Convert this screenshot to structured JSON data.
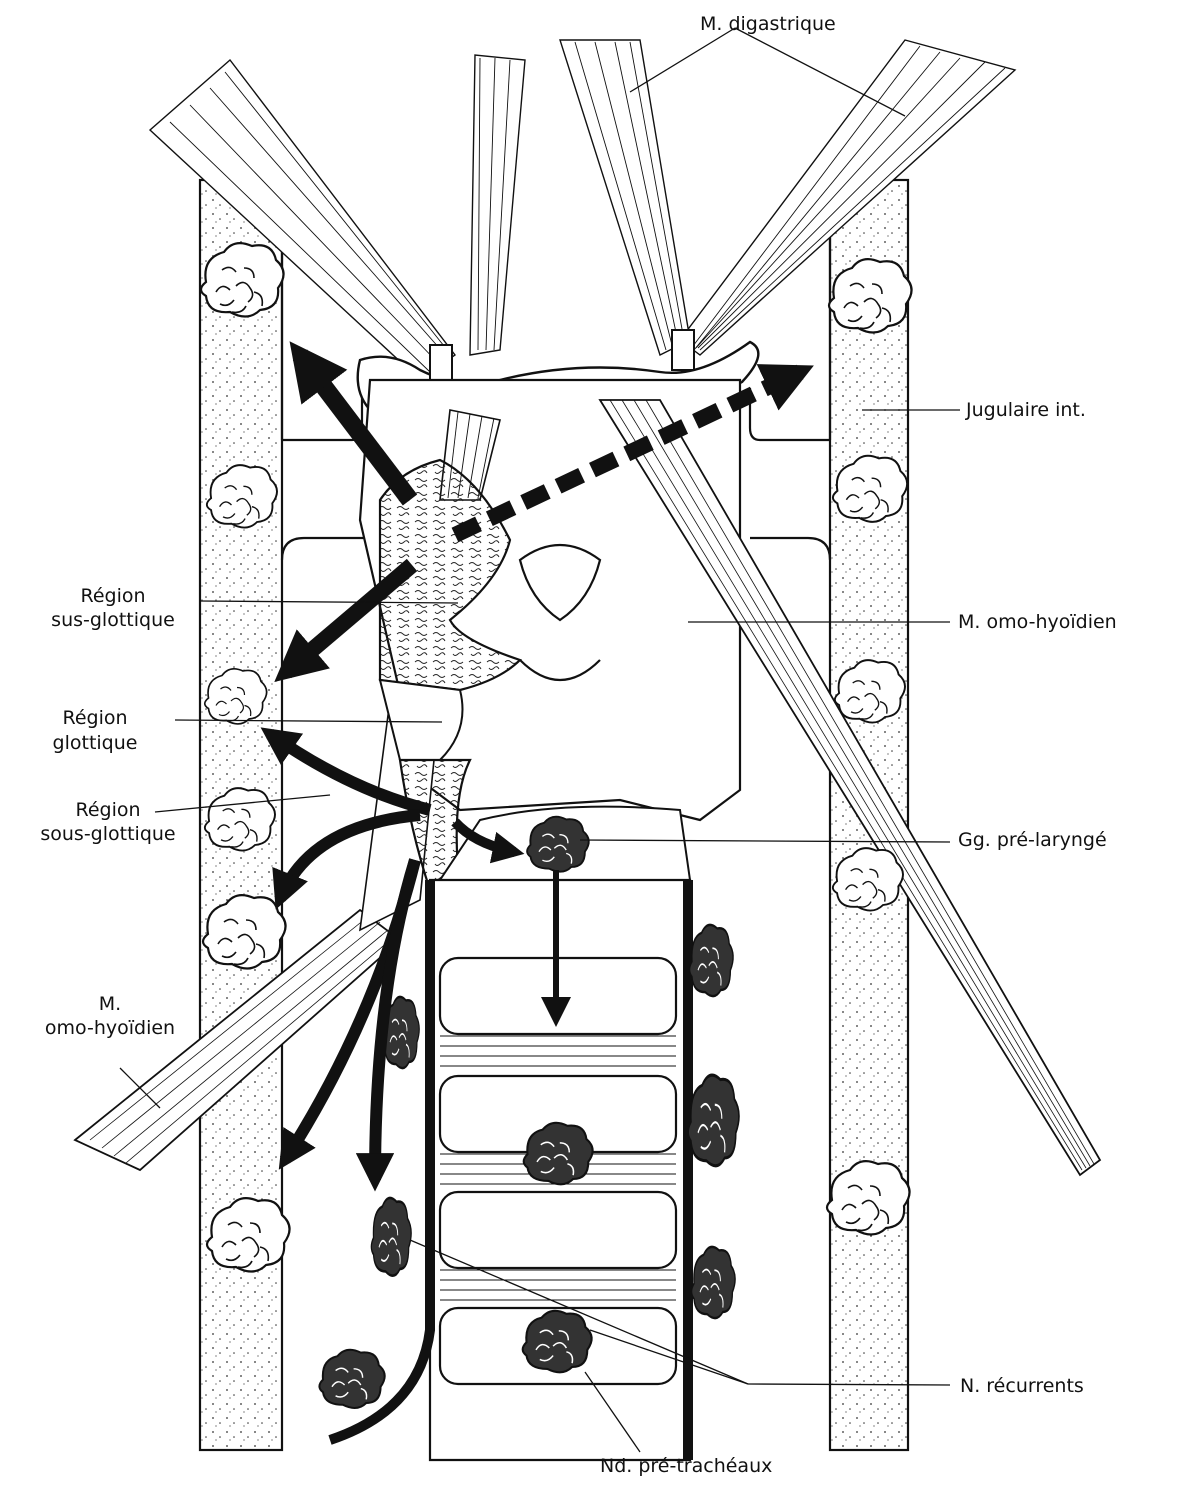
{
  "labels": {
    "digastrique": "M. digastrique",
    "jugulaire": "Jugulaire int.",
    "sus_glottique_1": "Région",
    "sus_glottique_2": "sus-glottique",
    "omo_hyoidien_right": "M. omo-hyoïdien",
    "glottique_1": "Région",
    "glottique_2": "glottique",
    "sous_glottique_1": "Région",
    "sous_glottique_2": "sous-glottique",
    "pre_larynge": "Gg. pré-laryngé",
    "omo_hyoidien_left_1": "M.",
    "omo_hyoidien_left_2": "omo-hyoïdien",
    "recurrents": "N. récurrents",
    "pre_tracheaux": "Nd. pré-trachéaux"
  },
  "colors": {
    "ink": "#111111",
    "paper": "#ffffff"
  },
  "icons": {
    "lymph_node": "lymph-node-icon",
    "arrow": "arrow-icon"
  }
}
